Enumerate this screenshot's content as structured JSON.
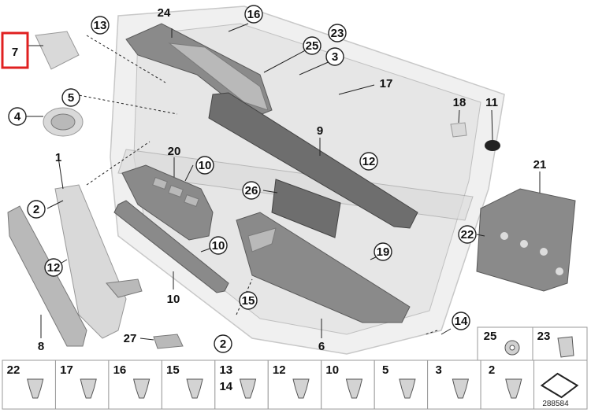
{
  "diagram": {
    "highlighted_part": "7",
    "callouts": [
      "24",
      "16",
      "13",
      "25",
      "23",
      "3",
      "17",
      "5",
      "4",
      "18",
      "11",
      "9",
      "12",
      "1",
      "20",
      "10",
      "26",
      "21",
      "2",
      "22",
      "10",
      "12",
      "19",
      "10",
      "15",
      "8",
      "27",
      "2",
      "14",
      "6"
    ],
    "bottom_row": {
      "cells": [
        {
          "label": "22"
        },
        {
          "label": "17"
        },
        {
          "label": "16"
        },
        {
          "label": "15"
        },
        {
          "label": "13",
          "label2": "14"
        },
        {
          "label": "12"
        },
        {
          "label": "10"
        },
        {
          "label": "5"
        },
        {
          "label": "3"
        },
        {
          "label": "2"
        }
      ]
    },
    "side_cells": [
      {
        "label": "25"
      },
      {
        "label": "23"
      }
    ],
    "figure_number": "288584"
  }
}
